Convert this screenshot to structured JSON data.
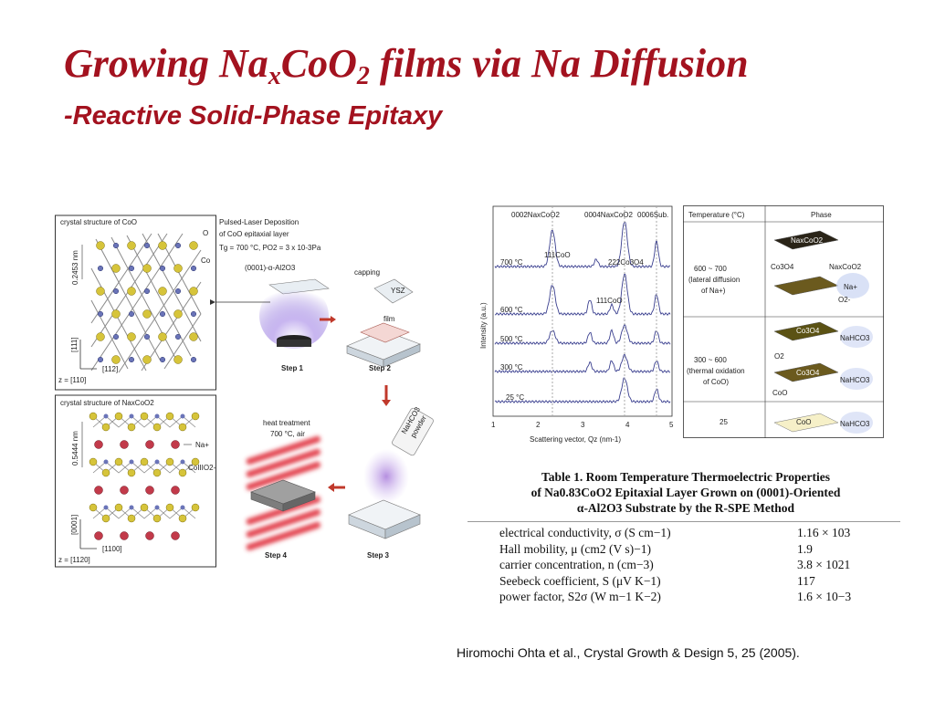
{
  "slide": {
    "title": {
      "pre": "Growing Na",
      "sub": "x",
      "mid": "CoO",
      "sub2": "2",
      "post": " films via Na Diffusion"
    },
    "subtitle": "-Reactive Solid-Phase Epitaxy"
  },
  "schematic": {
    "coo_panel_title": "crystal structure of CoO",
    "coo_dim": "0.2453 nm",
    "coo_atoms": [
      "O",
      "Co"
    ],
    "coo_axes": [
      "[111]",
      "[112]",
      "z = [110]"
    ],
    "nacoo_panel_title": "crystal structure of NaxCoO2",
    "nacoo_dim": "0.5444 nm",
    "nacoo_atoms": [
      "Na+",
      "CoIIIO2-"
    ],
    "nacoo_axes": [
      "[0001]",
      "[1100]",
      "z = [1120]"
    ],
    "pld_lines": [
      "Pulsed-Laser Deposition",
      "of CoO epitaxial layer",
      "Tg = 700 °C, PO2 = 3 x 10-3Pa",
      "(0001)-α-Al2O3"
    ],
    "step2_labels": [
      "capping",
      "YSZ",
      "film"
    ],
    "step3_labels": [
      "NaHCO3",
      "powder"
    ],
    "step4_labels": [
      "heat treatment",
      "700 °C, air"
    ],
    "steps": [
      "Step 1",
      "Step 2",
      "Step 3",
      "Step 4"
    ]
  },
  "xrd": {
    "peak_labels": [
      "0002NaxCoO2",
      "0004NaxCoO2",
      "0006Sub.",
      "111CoO",
      "222Co3O4",
      "111CoO"
    ],
    "temps": [
      "700 °C",
      "600 °C",
      "500 °C",
      "300 °C",
      "25 °C"
    ],
    "ylabel": "Intensity (a.u.)",
    "xlabel": "Scattering vector, Qz (nm-1)",
    "xticks": [
      "1",
      "2",
      "3",
      "4",
      "5"
    ]
  },
  "phase_table": {
    "headers": [
      "Temperature (°C)",
      "Phase"
    ],
    "rows": [
      {
        "temp": [
          "600 ~ 700",
          "(lateral diffusion",
          "of Na+)"
        ]
      },
      {
        "temp": [
          "300 ~ 600",
          "(thermal oxidation",
          "of CoO)"
        ]
      },
      {
        "temp": [
          "25"
        ]
      }
    ],
    "layer_labels": [
      "NaxCoO2",
      "Co3O4",
      "NaxCoO2",
      "Na+",
      "O2-",
      "Co3O4",
      "NaHCO3",
      "O2",
      "Co3O4",
      "NaHCO3",
      "CoO",
      "CoO",
      "NaHCO3"
    ]
  },
  "table1": {
    "caption_line1": "Table 1.   Room Temperature Thermoelectric Properties",
    "caption_line2": "of Na0.83CoO2 Epitaxial Layer Grown on (0001)-Oriented",
    "caption_line3": "α-Al2O3 Substrate by the R-SPE Method",
    "rows": [
      {
        "quantity": "electrical conductivity, σ (S cm−1)",
        "value": "1.16 × 103"
      },
      {
        "quantity": "Hall mobility, μ (cm2 (V s)−1)",
        "value": "1.9"
      },
      {
        "quantity": "carrier concentration, n (cm−3)",
        "value": "3.8 × 1021"
      },
      {
        "quantity": "Seebeck coefficient, S (μV K−1)",
        "value": "117"
      },
      {
        "quantity": "power factor, S2σ (W m−1 K−2)",
        "value": "1.6 × 10−3"
      }
    ]
  },
  "citation": "Hiromochi  Ohta et al., Crystal Growth & Design 5, 25 (2005).",
  "colors": {
    "title": "#a3121f"
  }
}
